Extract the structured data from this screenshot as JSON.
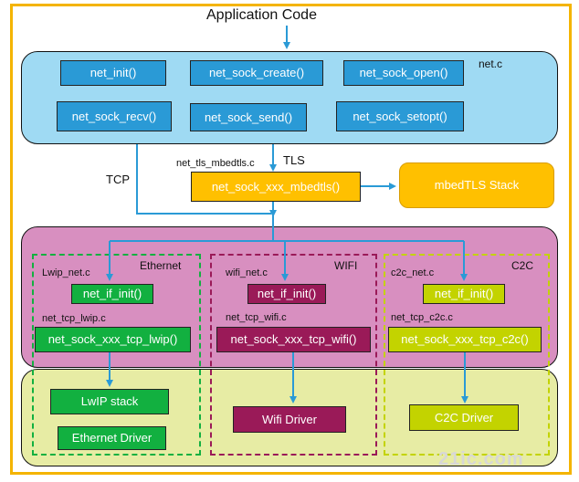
{
  "top_label": "Application Code",
  "net_panel": {
    "file_label": "net.c",
    "functions": [
      "net_init()",
      "net_sock_create()",
      "net_sock_open()",
      "net_sock_recv()",
      "net_sock_send()",
      "net_sock_setopt()"
    ]
  },
  "tls": {
    "file_label": "net_tls_mbedtls.c",
    "layer_label": "TLS",
    "function": "net_sock_xxx_mbedtls()",
    "stack": "mbedTLS Stack"
  },
  "tcp_label": "TCP",
  "ethernet": {
    "title": "Ethernet",
    "if_file": "Lwip_net.c",
    "if_init": "net_if_init()",
    "tcp_file": "net_tcp_lwip.c",
    "tcp_func": "net_sock_xxx_tcp_lwip()",
    "stack": "LwIP stack",
    "driver": "Ethernet Driver"
  },
  "wifi": {
    "title": "WIFI",
    "if_file": "wifi_net.c",
    "if_init": "net_if_init()",
    "tcp_file": "net_tcp_wifi.c",
    "tcp_func": "net_sock_xxx_tcp_wifi()",
    "driver": "Wifi Driver"
  },
  "c2c": {
    "title": "C2C",
    "if_file": "c2c_net.c",
    "if_init": "net_if_init()",
    "tcp_file": "net_tcp_c2c.c",
    "tcp_func": "net_sock_xxx_tcp_c2c()",
    "driver": "C2C Driver"
  },
  "watermark": "21ic.com",
  "colors": {
    "frame": "#f4b400",
    "net_panel": "#9fdaf3",
    "net_box": "#2a9ad6",
    "mid_panel": "#d88fc0",
    "bottom_panel": "#e7eca4",
    "tls_box": "#ffc000",
    "ethernet": "#12b040",
    "wifi": "#9a1a58",
    "c2c": "#c3d300",
    "arrow": "#2a9ad6"
  }
}
